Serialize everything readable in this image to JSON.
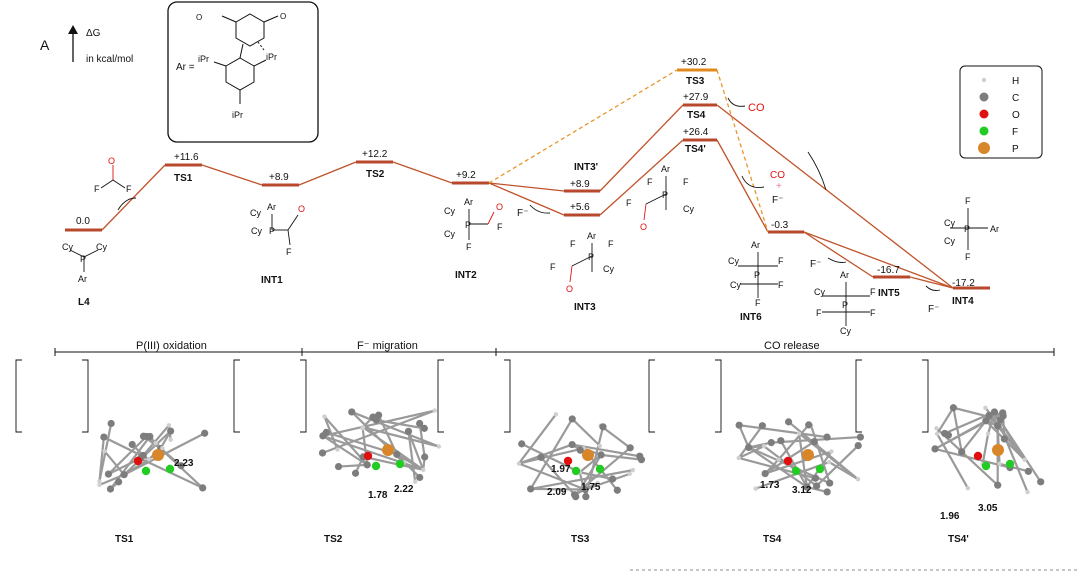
{
  "panel_label": "A",
  "delta_g": "ΔG",
  "units": "in kcal/mol",
  "ar_label": "Ar =",
  "ar_substituents": {
    "ipr_left": "iPr",
    "ipr_right": "iPr",
    "ipr_bottom": "iPr"
  },
  "states": [
    {
      "id": "L4",
      "name": "L4",
      "energy": "0.0"
    },
    {
      "id": "TS1",
      "name": "TS1",
      "energy": "+11.6"
    },
    {
      "id": "INT1",
      "name": "INT1",
      "energy": "+8.9"
    },
    {
      "id": "TS2",
      "name": "TS2",
      "energy": "+12.2"
    },
    {
      "id": "INT2",
      "name": "INT2",
      "energy": "+9.2"
    },
    {
      "id": "INT3p",
      "name": "INT3'",
      "energy": "+8.9"
    },
    {
      "id": "INT3",
      "name": "INT3",
      "energy": "+5.6"
    },
    {
      "id": "TS3",
      "name": "TS3",
      "energy": "+30.2"
    },
    {
      "id": "TS4",
      "name": "TS4",
      "energy": "+27.9"
    },
    {
      "id": "TS4p",
      "name": "TS4'",
      "energy": "+26.4"
    },
    {
      "id": "INT6",
      "name": "INT6",
      "energy": "-0.3"
    },
    {
      "id": "INT5",
      "name": "INT5",
      "energy": "-16.7"
    },
    {
      "id": "INT4",
      "name": "INT4",
      "energy": "-17.2"
    }
  ],
  "species": {
    "co": "CO",
    "co_plus": "CO",
    "plus": "+",
    "f_minus": "F⁻"
  },
  "legend": [
    {
      "label": "H",
      "color": "#cfcfcf"
    },
    {
      "label": "C",
      "color": "#7d7d7d"
    },
    {
      "label": "O",
      "color": "#e01010"
    },
    {
      "label": "F",
      "color": "#22cc22"
    },
    {
      "label": "P",
      "color": "#d8862a"
    }
  ],
  "stages": [
    {
      "label": "P(III) oxidation"
    },
    {
      "label": "F⁻ migration"
    },
    {
      "label": "CO release"
    }
  ],
  "structures": [
    {
      "name": "TS1",
      "distances": [
        "2.23"
      ]
    },
    {
      "name": "TS2",
      "distances": [
        "1.78",
        "2.22"
      ]
    },
    {
      "name": "TS3",
      "distances": [
        "1.97",
        "2.09",
        "1.75"
      ]
    },
    {
      "name": "TS4",
      "distances": [
        "1.73",
        "3.12"
      ]
    },
    {
      "name": "TS4'",
      "distances": [
        "1.96",
        "3.05"
      ]
    }
  ],
  "colors": {
    "profile": "#c0532a",
    "level": "#b8482c",
    "ts3_level": "#e08a1e",
    "ts3_dashed": "#e8952a",
    "co": "#e01010",
    "plus_sign": "#e87aa8"
  }
}
